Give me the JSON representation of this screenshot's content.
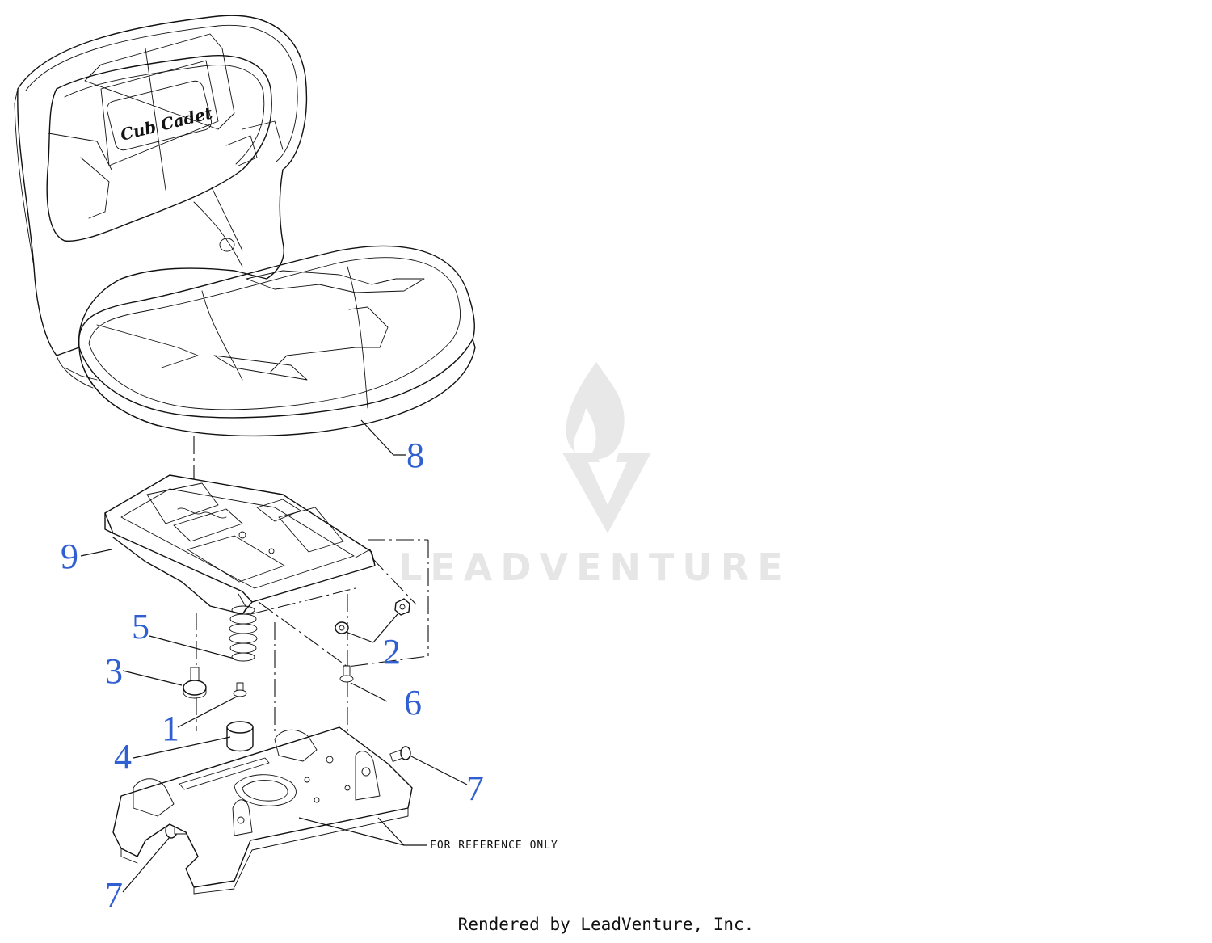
{
  "callouts": [
    {
      "id": "c1",
      "label": "1"
    },
    {
      "id": "c2",
      "label": "2"
    },
    {
      "id": "c3",
      "label": "3"
    },
    {
      "id": "c4",
      "label": "4"
    },
    {
      "id": "c5",
      "label": "5"
    },
    {
      "id": "c6",
      "label": "6"
    },
    {
      "id": "c7a",
      "label": "7"
    },
    {
      "id": "c7b",
      "label": "7"
    },
    {
      "id": "c8",
      "label": "8"
    },
    {
      "id": "c9",
      "label": "9"
    }
  ],
  "reference_note": "FOR REFERENCE ONLY",
  "seat_logo": "Cub Cadet",
  "watermark": "LEADVENTURE",
  "footer": "Rendered by LeadVenture, Inc.",
  "colors": {
    "callout": "#2f5fd1",
    "line": "#111111",
    "watermark": "#e6e6e6"
  }
}
